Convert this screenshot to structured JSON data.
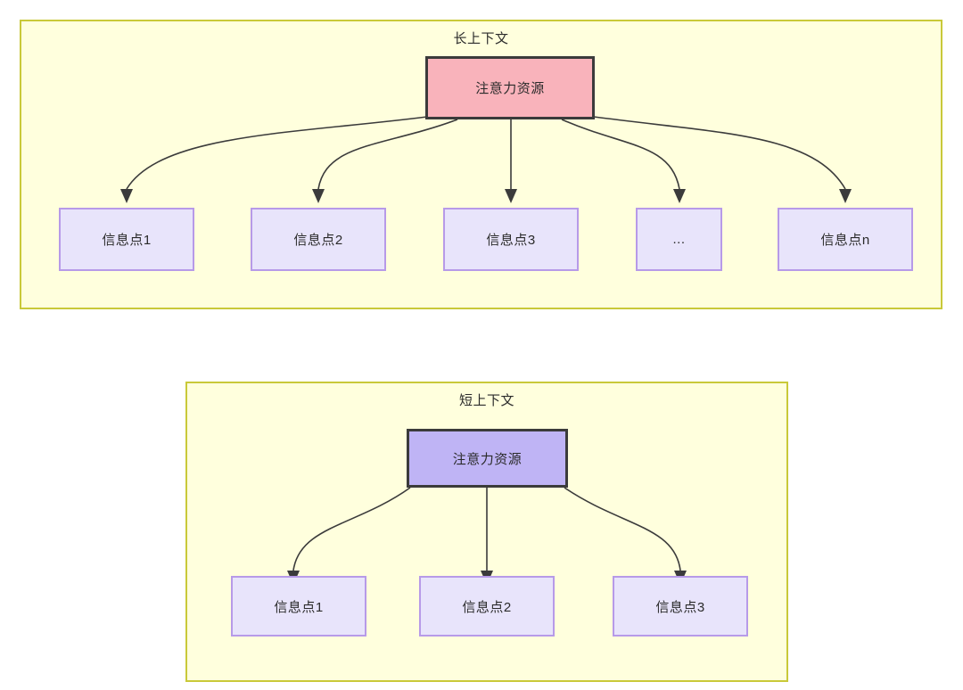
{
  "diagram": {
    "type": "flow-diagram",
    "panels": [
      {
        "id": "long-context",
        "title": "长上下文",
        "root": {
          "label": "注意力资源",
          "fill": "#f9b3bb",
          "border": "#3b3b3b"
        },
        "leaves": [
          {
            "label": "信息点1"
          },
          {
            "label": "信息点2"
          },
          {
            "label": "信息点3"
          },
          {
            "label": "..."
          },
          {
            "label": "信息点n"
          }
        ]
      },
      {
        "id": "short-context",
        "title": "短上下文",
        "root": {
          "label": "注意力资源",
          "fill": "#bfb4f5",
          "border": "#3b3b3b"
        },
        "leaves": [
          {
            "label": "信息点1"
          },
          {
            "label": "信息点2"
          },
          {
            "label": "信息点3"
          }
        ]
      }
    ],
    "colors": {
      "panel_fill": "#ffffdd",
      "panel_border": "#c9c939",
      "leaf_fill": "#e8e4fb",
      "leaf_border": "#b79ae8",
      "edge": "#3b3b3b",
      "text": "#2b2b2b"
    }
  }
}
